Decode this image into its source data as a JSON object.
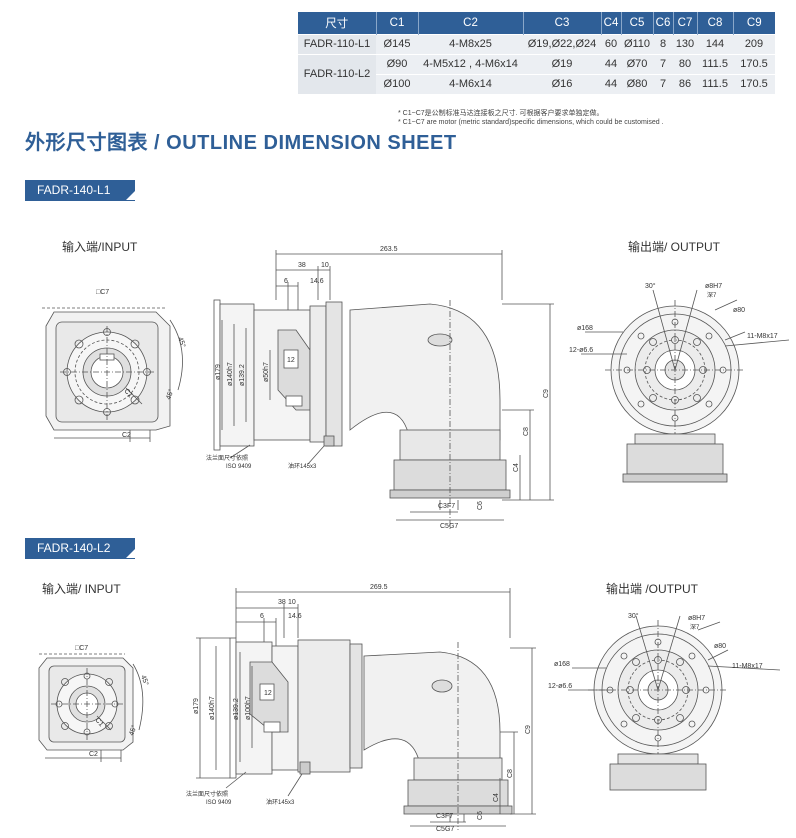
{
  "table": {
    "headers": [
      "尺寸",
      "C1",
      "C2",
      "C3",
      "C4",
      "C5",
      "C6",
      "C7",
      "C8",
      "C9"
    ],
    "rows": [
      {
        "model": "FADR-110-L1",
        "cells": [
          "Ø145",
          "4-M8x25",
          "Ø19,Ø22,Ø24",
          "60",
          "Ø110",
          "8",
          "130",
          "144",
          "209"
        ]
      },
      {
        "model": "FADR-110-L2",
        "cells": [
          "Ø90",
          "4-M5x12 , 4-M6x14",
          "Ø19",
          "44",
          "Ø70",
          "7",
          "80",
          "111.5",
          "170.5"
        ]
      },
      {
        "model": "",
        "cells": [
          "Ø100",
          "4-M6x14",
          "Ø16",
          "44",
          "Ø80",
          "7",
          "86",
          "111.5",
          "170.5"
        ]
      }
    ]
  },
  "notes": {
    "cn": "* C1~C7是公制标准马达连接板之尺寸. 可根据客户要求单独定做。",
    "en": "* C1~C7 are motor (metric standard)specific dimensions, which could be customised ."
  },
  "title": "外形尺寸图表 / OUTLINE DIMENSION SHEET",
  "sections": [
    {
      "tag": "FADR-140-L1",
      "input_label": "输入端/INPUT",
      "output_label": "输出端/ OUTPUT",
      "dims": {
        "overall": "263.5",
        "d38": "38",
        "d10": "10",
        "d6": "6",
        "d14_6": "14.6",
        "square": "□C7",
        "c1": "C1",
        "c2": "C2",
        "c5_deg": "45°",
        "c3_deg": "45°",
        "d179": "ø179",
        "d140": "ø140h7",
        "d139": "ø139.2",
        "d50": "ø50h7",
        "d12": "12",
        "c9": "C9",
        "c8": "C8",
        "c4": "C4",
        "c6": "C6",
        "c3f7": "C3F7",
        "c5g7": "C5G7",
        "flange_note": "法兰面尺寸依照",
        "iso": "ISO 9409",
        "oring": "油环145x3",
        "deg30": "30°",
        "d8h7": "ø8H7",
        "depth": "深7",
        "d80": "ø80",
        "d168": "ø168",
        "holes12": "12-ø6.6",
        "holes11": "11-M8x17"
      }
    },
    {
      "tag": "FADR-140-L2",
      "input_label": "输入端/ INPUT",
      "output_label": "输出端 /OUTPUT",
      "dims": {
        "overall": "269.5",
        "d38": "38",
        "d10": "10",
        "d6": "6",
        "d14_6": "14.6",
        "square": "□C7",
        "c1": "C1",
        "c2": "C2",
        "c5_deg": "45°",
        "c3_deg": "45°",
        "d179": "ø179",
        "d140": "ø140h7",
        "d139": "ø139.2",
        "d100": "ø100h7",
        "d12": "12",
        "c9": "C9",
        "c8": "C8",
        "c4": "C4",
        "c6": "C6",
        "c3f7": "C3F7",
        "c5g7": "C5G7",
        "flange_note": "法兰面尺寸依照",
        "iso": "ISO 9409",
        "oring": "油环145x3",
        "deg30": "30°",
        "d8h7": "ø8H7",
        "depth": "深7",
        "d80": "ø80",
        "d168": "ø168",
        "holes12": "12-ø6.6",
        "holes11": "11-M8x17"
      }
    }
  ]
}
